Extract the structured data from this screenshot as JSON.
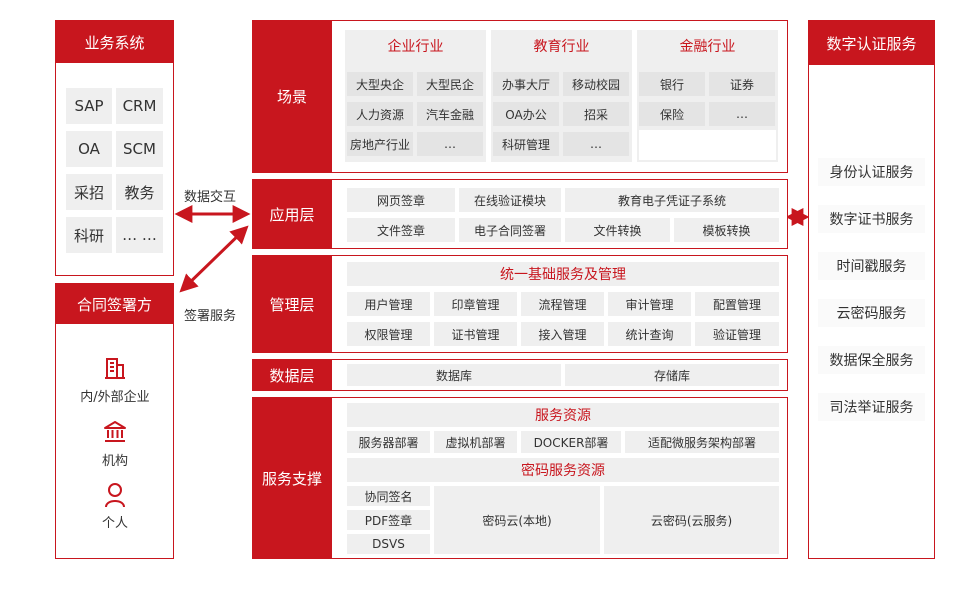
{
  "business": {
    "title": "业务系统",
    "items": [
      "SAP",
      "CRM",
      "OA",
      "SCM",
      "采招",
      "教务",
      "科研",
      "… …"
    ]
  },
  "signers": {
    "title": "合同签署方",
    "items": [
      {
        "label": "内/外部企业",
        "icon": "building-icon"
      },
      {
        "label": "机构",
        "icon": "institution-icon"
      },
      {
        "label": "个人",
        "icon": "person-icon"
      }
    ]
  },
  "arrows": {
    "data_exchange": "数据交互",
    "sign_service": "签署服务"
  },
  "layers": {
    "scene": {
      "label": "场景",
      "groups": [
        {
          "title": "企业行业",
          "items": [
            "大型央企",
            "大型民企",
            "人力资源",
            "汽车金融",
            "房地产行业",
            "…"
          ]
        },
        {
          "title": "教育行业",
          "items": [
            "办事大厅",
            "移动校园",
            "OA办公",
            "招采",
            "科研管理",
            "…"
          ]
        },
        {
          "title": "金融行业",
          "items": [
            "银行",
            "证券",
            "保险",
            "…"
          ]
        }
      ]
    },
    "app": {
      "label": "应用层",
      "row1": [
        "网页签章",
        "在线验证模块",
        "教育电子凭证子系统"
      ],
      "row2": [
        "文件签章",
        "电子合同签署",
        "文件转换",
        "模板转换"
      ]
    },
    "mgmt": {
      "label": "管理层",
      "title": "统一基础服务及管理",
      "row1": [
        "用户管理",
        "印章管理",
        "流程管理",
        "审计管理",
        "配置管理"
      ],
      "row2": [
        "权限管理",
        "证书管理",
        "接入管理",
        "统计查询",
        "验证管理"
      ]
    },
    "data": {
      "label": "数据层",
      "items": [
        "数据库",
        "存储库"
      ]
    },
    "support": {
      "label": "服务支撑",
      "res_title": "服务资源",
      "res_items": [
        "服务器部署",
        "虚拟机部署",
        "DOCKER部署",
        "适配微服务架构部署"
      ],
      "crypto_title": "密码服务资源",
      "crypto_left": [
        "协同签名",
        "PDF签章",
        "DSVS"
      ],
      "crypto_local": "密码云(本地)",
      "crypto_cloud": "云密码(云服务)"
    }
  },
  "cert": {
    "title": "数字认证服务",
    "items": [
      "身份认证服务",
      "数字证书服务",
      "时间戳服务",
      "云密码服务",
      "数据保全服务",
      "司法举证服务"
    ]
  },
  "colors": {
    "accent": "#c8161e",
    "box": "#efefef"
  }
}
